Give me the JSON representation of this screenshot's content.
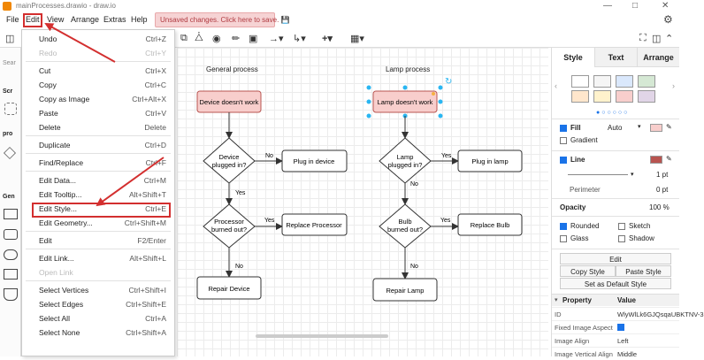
{
  "window": {
    "title": "mainProcesses.drawio - draw.io"
  },
  "menubar": {
    "file": "File",
    "edit": "Edit",
    "view": "View",
    "arrange": "Arrange",
    "extras": "Extras",
    "help": "Help"
  },
  "unsaved_banner": "Unsaved changes. Click here to save.",
  "edit_menu": [
    {
      "label": "Undo",
      "shortcut": "Ctrl+Z",
      "enabled": true
    },
    {
      "label": "Redo",
      "shortcut": "Ctrl+Y",
      "enabled": false
    },
    {
      "sep": true
    },
    {
      "label": "Cut",
      "shortcut": "Ctrl+X",
      "enabled": true
    },
    {
      "label": "Copy",
      "shortcut": "Ctrl+C",
      "enabled": true
    },
    {
      "label": "Copy as Image",
      "shortcut": "Ctrl+Alt+X",
      "enabled": true
    },
    {
      "label": "Paste",
      "shortcut": "Ctrl+V",
      "enabled": true
    },
    {
      "label": "Delete",
      "shortcut": "Delete",
      "enabled": true
    },
    {
      "sep": true
    },
    {
      "label": "Duplicate",
      "shortcut": "Ctrl+D",
      "enabled": true
    },
    {
      "sep": true
    },
    {
      "label": "Find/Replace",
      "shortcut": "Ctrl+F",
      "enabled": true
    },
    {
      "sep": true
    },
    {
      "label": "Edit Data...",
      "shortcut": "Ctrl+M",
      "enabled": true
    },
    {
      "label": "Edit Tooltip...",
      "shortcut": "Alt+Shift+T",
      "enabled": true
    },
    {
      "label": "Edit Style...",
      "shortcut": "Ctrl+E",
      "enabled": true
    },
    {
      "label": "Edit Geometry...",
      "shortcut": "Ctrl+Shift+M",
      "enabled": true
    },
    {
      "sep": true
    },
    {
      "label": "Edit",
      "shortcut": "F2/Enter",
      "enabled": true
    },
    {
      "sep": true
    },
    {
      "label": "Edit Link...",
      "shortcut": "Alt+Shift+L",
      "enabled": true
    },
    {
      "label": "Open Link",
      "shortcut": "",
      "enabled": false
    },
    {
      "sep": true
    },
    {
      "label": "Select Vertices",
      "shortcut": "Ctrl+Shift+I",
      "enabled": true
    },
    {
      "label": "Select Edges",
      "shortcut": "Ctrl+Shift+E",
      "enabled": true
    },
    {
      "label": "Select All",
      "shortcut": "Ctrl+A",
      "enabled": true
    },
    {
      "label": "Select None",
      "shortcut": "Ctrl+Shift+A",
      "enabled": true
    }
  ],
  "left_panel": {
    "search_placeholder": "Sear",
    "sections": [
      "Scr",
      "pro",
      "Gen"
    ]
  },
  "diagram": {
    "general": {
      "title": "General process",
      "start": "Device doesn't work",
      "q1": [
        "Device",
        "plugged in?"
      ],
      "a1": "Plug in device",
      "q2": [
        "Processor",
        "burned out?"
      ],
      "a2": "Replace Processor",
      "end": "Repair Device"
    },
    "lamp": {
      "title": "Lamp process",
      "start": "Lamp doesn't work",
      "q1": [
        "Lamp",
        "plugged in?"
      ],
      "a1": "Plug in lamp",
      "q2": [
        "Bulb",
        "burned out?"
      ],
      "a2": "Replace Bulb",
      "end": "Repair Lamp"
    },
    "labels": {
      "yes": "Yes",
      "no": "No"
    },
    "colors": {
      "start_fill": "#f8cecc",
      "start_stroke": "#b85450",
      "handle": "#29b6f2",
      "stroke": "#333333"
    }
  },
  "right_panel": {
    "tabs": [
      "Style",
      "Text",
      "Arrange"
    ],
    "swatches": [
      "#ffffff",
      "#f5f5f5",
      "#dae8fc",
      "#d5e8d4",
      "#ffe6cc",
      "#fff2cc",
      "#f8cecc",
      "#e1d5e7"
    ],
    "fill_label": "Fill",
    "fill_mode": "Auto",
    "fill_color": "#f8cecc",
    "gradient_label": "Gradient",
    "line_label": "Line",
    "line_color": "#b85450",
    "line_width": "1 pt",
    "perimeter_label": "Perimeter",
    "perimeter_value": "0 pt",
    "opacity_label": "Opacity",
    "opacity_value": "100 %",
    "rounded_label": "Rounded",
    "sketch_label": "Sketch",
    "glass_label": "Glass",
    "shadow_label": "Shadow",
    "edit_btn": "Edit",
    "copy_style": "Copy Style",
    "paste_style": "Paste Style",
    "set_default": "Set as Default Style",
    "prop_header": "Property",
    "value_header": "Value",
    "props": [
      {
        "k": "ID",
        "v": "WlyWlLk6GJQsqaUBKTNV-3"
      },
      {
        "k": "Fixed Image Aspect",
        "v": ""
      },
      {
        "k": "Image Align",
        "v": "Left"
      },
      {
        "k": "Image Vertical Align",
        "v": "Middle"
      }
    ]
  }
}
